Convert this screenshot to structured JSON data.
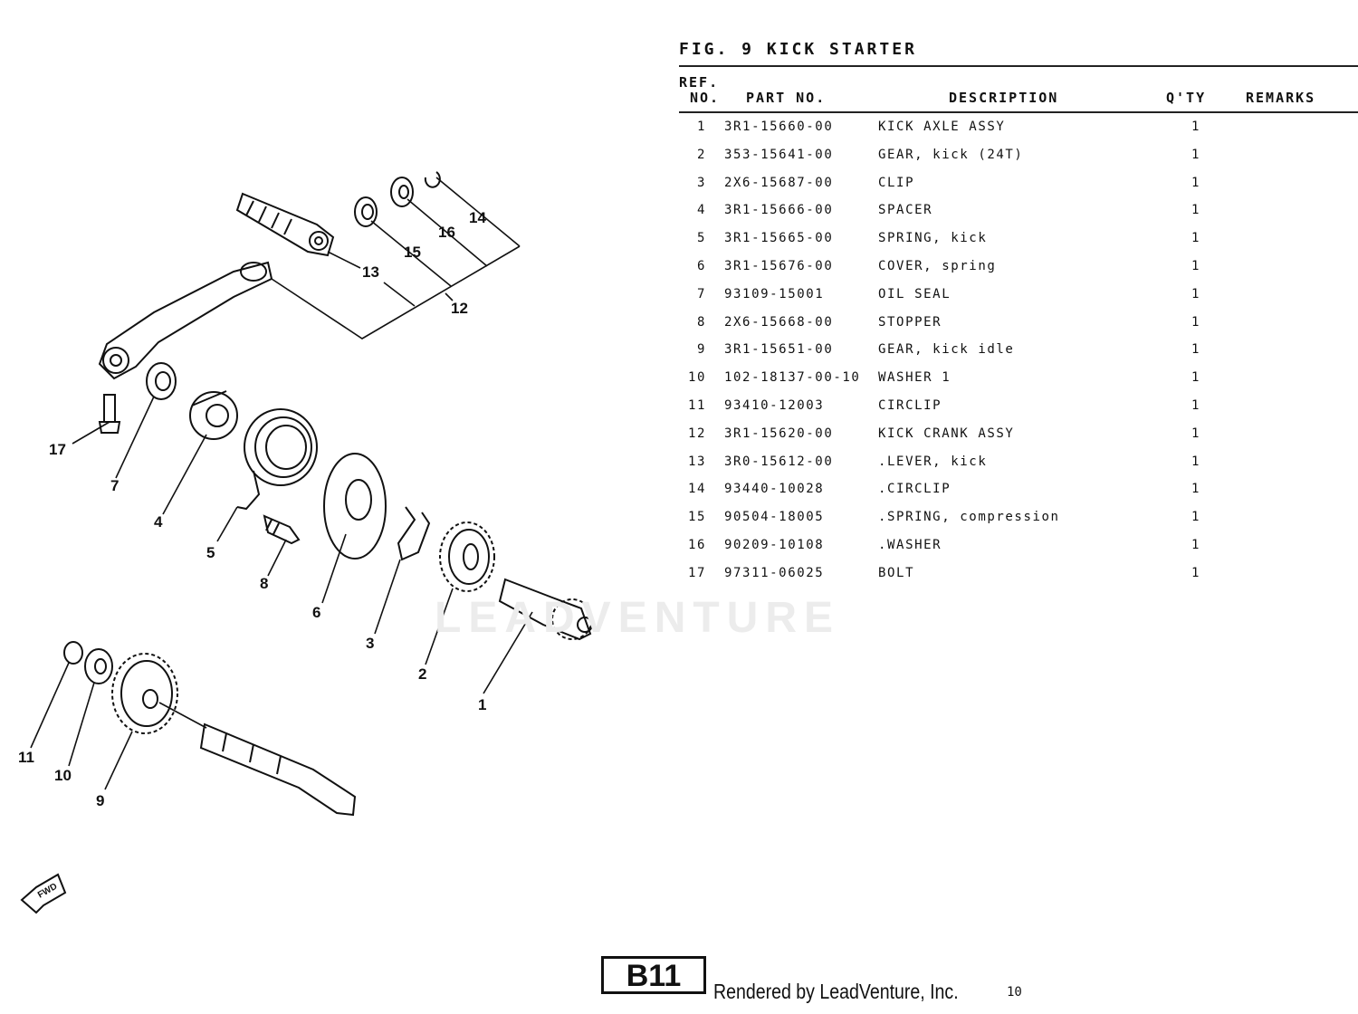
{
  "figure": {
    "title": "FIG. 9 KICK STARTER"
  },
  "table": {
    "headers": {
      "ref_line1": "REF.",
      "ref_line2": "NO.",
      "part": "PART NO.",
      "description": "DESCRIPTION",
      "qty": "Q'TY",
      "remarks": "REMARKS"
    },
    "rows": [
      {
        "ref": "1",
        "part": "3R1-15660-00",
        "desc": "KICK AXLE ASSY",
        "qty": "1"
      },
      {
        "ref": "2",
        "part": "353-15641-00",
        "desc": "GEAR, kick (24T)",
        "qty": "1"
      },
      {
        "ref": "3",
        "part": "2X6-15687-00",
        "desc": "CLIP",
        "qty": "1"
      },
      {
        "ref": "4",
        "part": "3R1-15666-00",
        "desc": "SPACER",
        "qty": "1"
      },
      {
        "ref": "5",
        "part": "3R1-15665-00",
        "desc": "SPRING, kick",
        "qty": "1"
      },
      {
        "ref": "6",
        "part": "3R1-15676-00",
        "desc": "COVER, spring",
        "qty": "1"
      },
      {
        "ref": "7",
        "part": "93109-15001",
        "desc": "OIL SEAL",
        "qty": "1"
      },
      {
        "ref": "8",
        "part": "2X6-15668-00",
        "desc": "STOPPER",
        "qty": "1"
      },
      {
        "ref": "9",
        "part": "3R1-15651-00",
        "desc": "GEAR, kick idle",
        "qty": "1"
      },
      {
        "ref": "10",
        "part": "102-18137-00-10",
        "desc": "WASHER 1",
        "qty": "1"
      },
      {
        "ref": "11",
        "part": "93410-12003",
        "desc": "CIRCLIP",
        "qty": "1"
      },
      {
        "ref": "12",
        "part": "3R1-15620-00",
        "desc": "KICK CRANK ASSY",
        "qty": "1"
      },
      {
        "ref": "13",
        "part": "3R0-15612-00",
        "desc": ".LEVER, kick",
        "qty": "1"
      },
      {
        "ref": "14",
        "part": "93440-10028",
        "desc": ".CIRCLIP",
        "qty": "1"
      },
      {
        "ref": "15",
        "part": "90504-18005",
        "desc": ".SPRING, compression",
        "qty": "1"
      },
      {
        "ref": "16",
        "part": "90209-10108",
        "desc": ".WASHER",
        "qty": "1"
      },
      {
        "ref": "17",
        "part": "97311-06025",
        "desc": "BOLT",
        "qty": "1"
      }
    ]
  },
  "diagram": {
    "callouts": [
      "1",
      "2",
      "3",
      "4",
      "5",
      "6",
      "7",
      "8",
      "9",
      "10",
      "11",
      "12",
      "13",
      "14",
      "15",
      "16",
      "17"
    ],
    "fwd_label": "FWD"
  },
  "watermark": "LEADVENTURE",
  "footer": {
    "page_code": "B11",
    "rendered_by": "Rendered by LeadVenture, Inc.",
    "page_number": "10"
  }
}
